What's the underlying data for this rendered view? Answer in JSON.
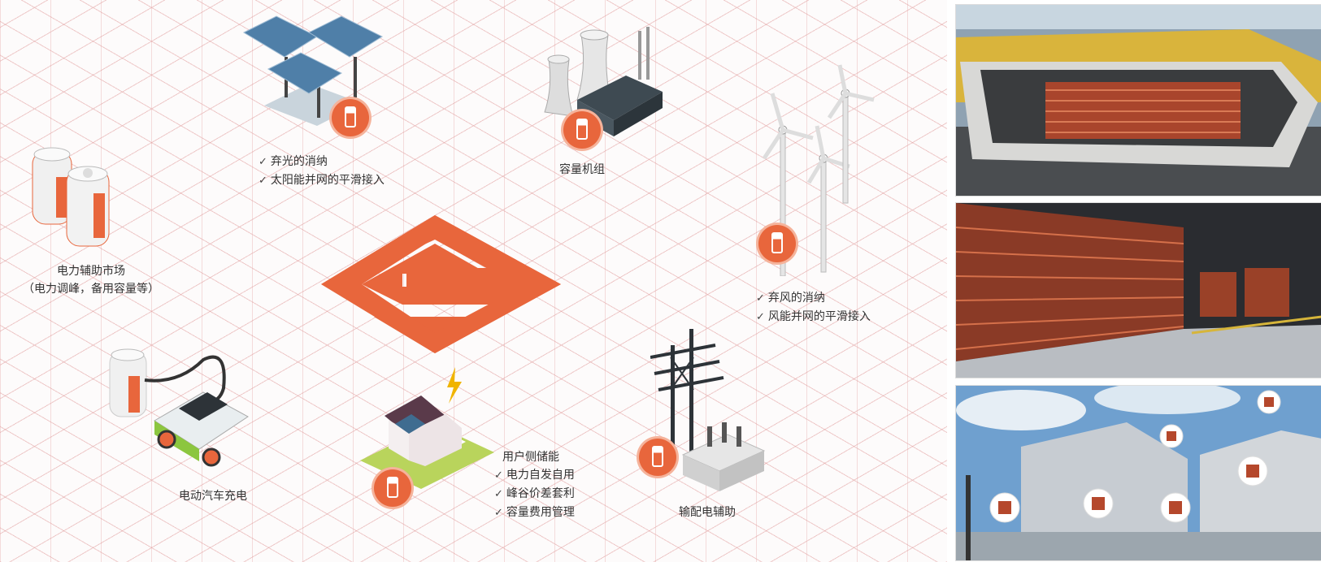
{
  "colors": {
    "accent": "#e8663c",
    "grid": "#e2a0a0",
    "text": "#333333"
  },
  "solar": {
    "items": [
      "弃光的消纳",
      "太阳能并网的平滑接入"
    ]
  },
  "capacity": {
    "label": "容量机组"
  },
  "wind": {
    "items": [
      "弃风的消纳",
      "风能并网的平滑接入"
    ]
  },
  "aux_market": {
    "line1": "电力辅助市场",
    "line2": "（电力调峰，备用容量等）"
  },
  "ev": {
    "label": "电动汽车充电"
  },
  "user_storage": {
    "title": "用户侧储能",
    "items": [
      "电力自发自用",
      "峰谷价差套利",
      "容量费用管理"
    ]
  },
  "transmission": {
    "label": "输配电辅助"
  },
  "check_symbol": "✓"
}
